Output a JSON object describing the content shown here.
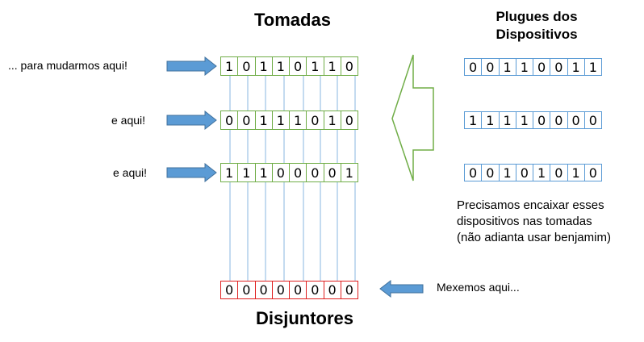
{
  "titles": {
    "tomadas": "Tomadas",
    "plugues": [
      "Plugues dos",
      "Dispositivos"
    ],
    "disjuntores": "Disjuntores"
  },
  "labels": {
    "row1": "... para mudarmos aqui!",
    "row2": "e aqui!",
    "row3": "e aqui!",
    "breakers": "Mexemos aqui..."
  },
  "note": [
    "Precisamos encaixar esses",
    "dispositivos nas tomadas",
    "(não adianta usar benjamim)"
  ],
  "sockets": [
    [
      "1",
      "0",
      "1",
      "1",
      "0",
      "1",
      "1",
      "0"
    ],
    [
      "0",
      "0",
      "1",
      "1",
      "1",
      "0",
      "1",
      "0"
    ],
    [
      "1",
      "1",
      "1",
      "0",
      "0",
      "0",
      "0",
      "1"
    ]
  ],
  "plugs": [
    [
      "0",
      "0",
      "1",
      "1",
      "0",
      "0",
      "1",
      "1"
    ],
    [
      "1",
      "1",
      "1",
      "1",
      "0",
      "0",
      "0",
      "0"
    ],
    [
      "0",
      "0",
      "1",
      "0",
      "1",
      "0",
      "1",
      "0"
    ]
  ],
  "breakers": [
    "0",
    "0",
    "0",
    "0",
    "0",
    "0",
    "0",
    "0"
  ],
  "colors": {
    "socket_border": "#70ad47",
    "plug_border": "#5b9bd5",
    "breaker_border": "#e02020",
    "arrow_fill": "#5b9bd5",
    "arrow_stroke": "#41719c",
    "big_arrow_stroke": "#70ad47",
    "wire": "#9dc3e6"
  }
}
